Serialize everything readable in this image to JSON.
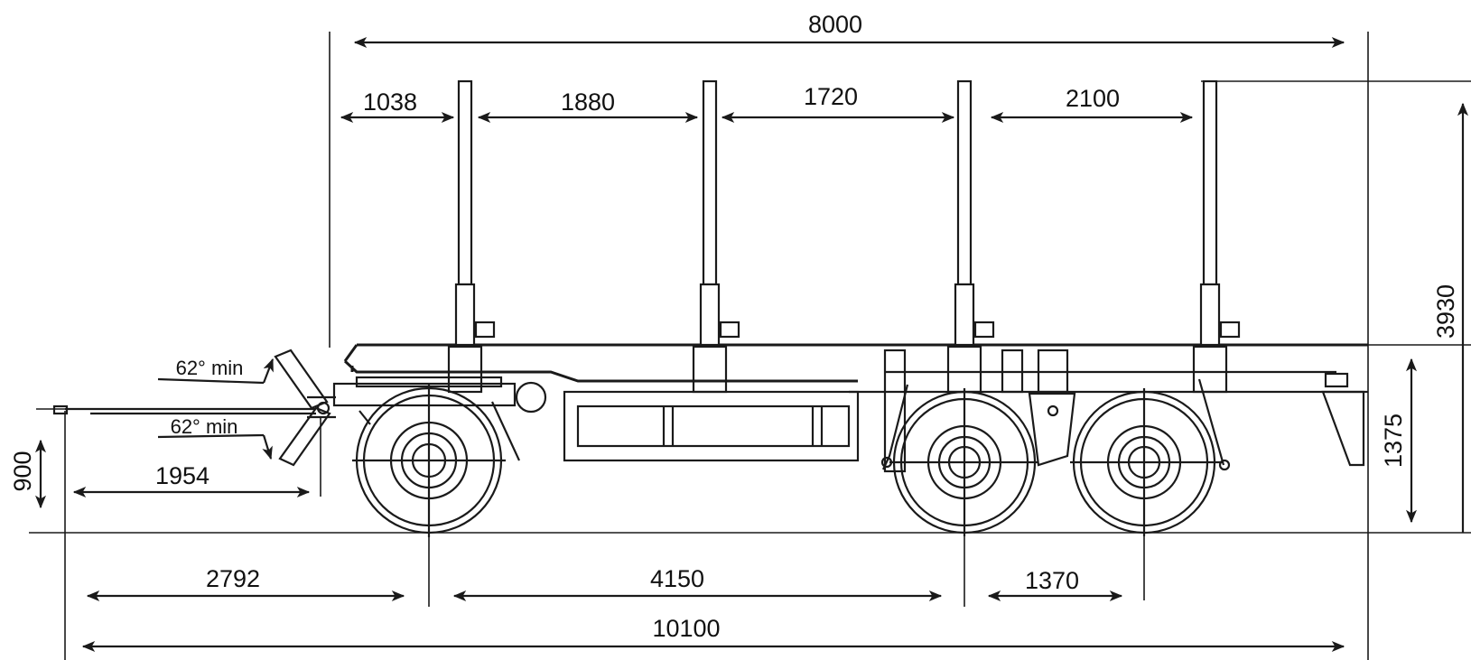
{
  "drawing": {
    "colors": {
      "line": "#1a1a1a",
      "background": "#ffffff"
    },
    "dimensions": {
      "body_length": "8000",
      "stake_gap_1": "1038",
      "stake_gap_2": "1880",
      "stake_gap_3": "1720",
      "stake_gap_4": "2100",
      "overall_height": "3930",
      "platform_height": "1375",
      "drawbar_height": "900",
      "drawbar_length": "1954",
      "front_to_axle1": "2792",
      "axle1_to_axle2": "4150",
      "rear_axle_spacing": "1370",
      "overall_length": "10100"
    },
    "angles": {
      "up": "62° min",
      "down": "62° min"
    }
  }
}
